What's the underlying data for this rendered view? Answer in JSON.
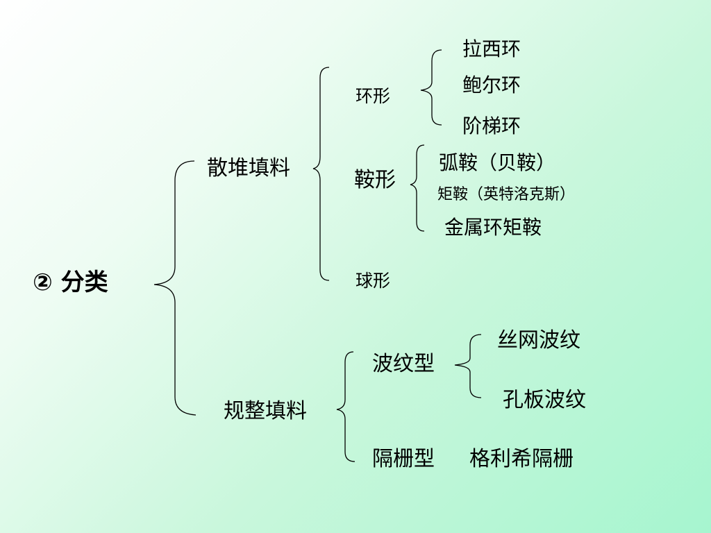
{
  "diagram": {
    "root": "② 分类",
    "random": {
      "label": "散堆填料",
      "ring": {
        "label": "环形",
        "items": [
          "拉西环",
          "鲍尔环",
          "阶梯环"
        ]
      },
      "saddle": {
        "label": "鞍形",
        "items": [
          "弧鞍（贝鞍）",
          "矩鞍（英特洛克斯）",
          "金属环矩鞍"
        ]
      },
      "sphere": {
        "label": "球形"
      }
    },
    "structured": {
      "label": "规整填料",
      "corrugated": {
        "label": "波纹型",
        "items": [
          "丝网波纹",
          "孔板波纹"
        ]
      },
      "grid": {
        "label": "隔栅型",
        "item": "格利希隔栅"
      }
    }
  }
}
